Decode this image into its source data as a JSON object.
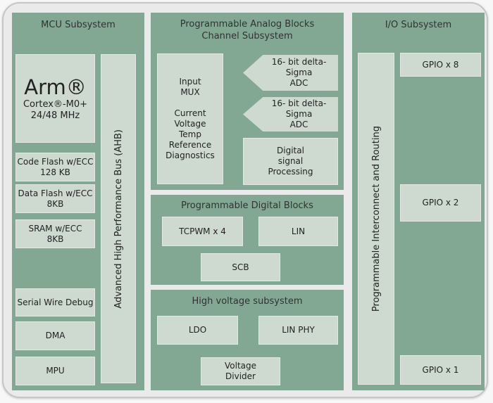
{
  "colors": {
    "section_bg": "#82a894",
    "block_bg": "#cedad0",
    "card_bg": "#eaeaeb",
    "card_border": "#c6c6c6",
    "text": "#2c2c2c"
  },
  "mcu": {
    "title": "MCU Subsystem",
    "cpu": {
      "name": "Arm®",
      "core": "Cortex®-M0+",
      "clock": "24/48 MHz"
    },
    "code_flash": "Code Flash w/ECC\n128 KB",
    "data_flash": "Data Flash w/ECC\n8KB",
    "sram": "SRAM w/ECC\n8KB",
    "swd": "Serial Wire Debug",
    "dma": "DMA",
    "mpu": "MPU",
    "bus": "Advanced High Performance Bus (AHB)"
  },
  "analog": {
    "title": "Programmable Analog Blocks\nChannel Subsystem",
    "input_mux": "Input\nMUX\n\nCurrent Voltage\nTemp\nReference\nDiagnostics",
    "adc1": "16- bit delta-Sigma\nADC",
    "adc2": "16- bit delta-Sigma\nADC",
    "dsp": "Digital\nsignal\nProcessing"
  },
  "digital": {
    "title": "Programmable Digital Blocks",
    "tcpwm": "TCPWM x 4",
    "lin": "LIN",
    "scb": "SCB"
  },
  "high_voltage": {
    "title": "High voltage subsystem",
    "ldo": "LDO",
    "lin_phy": "LIN PHY",
    "voltage_divider": "Voltage\nDivider"
  },
  "io": {
    "title": "I/O Subsystem",
    "bus": "Programmable Interconnect and Routing",
    "gpio8": "GPIO x 8",
    "gpio2": "GPIO x 2",
    "gpio1": "GPIO x 1"
  }
}
